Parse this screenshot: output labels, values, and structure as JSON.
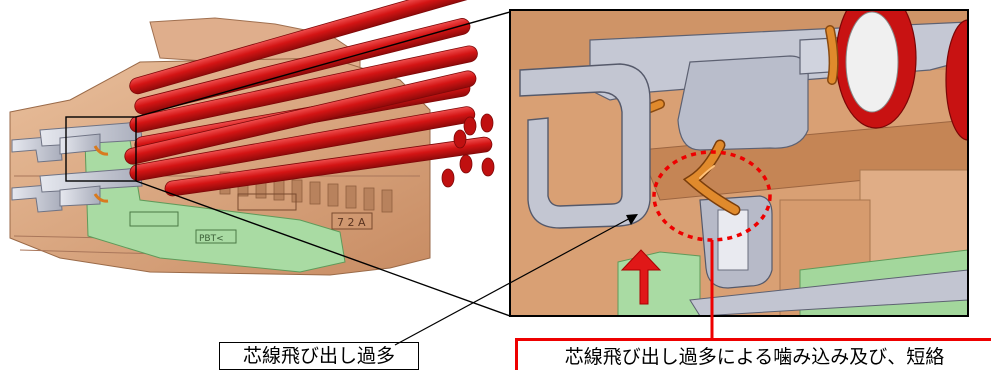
{
  "labels": {
    "left_callout": "芯線飛び出し過多",
    "right_callout": "芯線飛び出し過多による噛み込み及び、短絡"
  },
  "part_markings": {
    "lower_block_text": "PBT<",
    "rating_text": "7 2 A"
  },
  "colors": {
    "housing": "#d8a07a",
    "terminal": "#c9ccd6",
    "spacer": "#a8d8a2",
    "wire": "#d11818",
    "conductor": "#d97a1e",
    "highlight": "#ee0000"
  }
}
